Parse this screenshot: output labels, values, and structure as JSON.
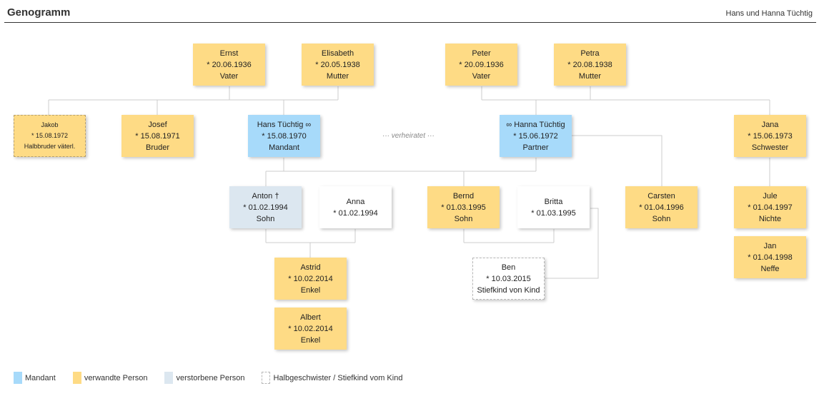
{
  "header": {
    "title": "Genogramm",
    "clients": "Hans und Hanna Tüchtig"
  },
  "colors": {
    "mandant": "#a7dafa",
    "relative": "#fedb85",
    "deceased": "#dce7f0",
    "neutral": "#ffffff",
    "line": "#cccccc"
  },
  "marriage_label": "··· verheiratet ···",
  "persons": {
    "ernst": {
      "name": "Ernst",
      "birth": "* 20.06.1936",
      "role": "Vater"
    },
    "elisabeth": {
      "name": "Elisabeth",
      "birth": "* 20.05.1938",
      "role": "Mutter"
    },
    "peter": {
      "name": "Peter",
      "birth": "* 20.09.1936",
      "role": "Vater"
    },
    "petra": {
      "name": "Petra",
      "birth": "* 20.08.1938",
      "role": "Mutter"
    },
    "jakob": {
      "name": "Jakob",
      "birth": "* 15.08.1972",
      "role": "Halbbruder väterl."
    },
    "josef": {
      "name": "Josef",
      "birth": "* 15.08.1971",
      "role": "Bruder"
    },
    "hans": {
      "name": "Hans Tüchtig ∞",
      "birth": "* 15.08.1970",
      "role": "Mandant"
    },
    "hanna": {
      "name": "∞ Hanna Tüchtig",
      "birth": "* 15.06.1972",
      "role": "Partner"
    },
    "jana": {
      "name": "Jana",
      "birth": "* 15.06.1973",
      "role": "Schwester"
    },
    "anton": {
      "name": "Anton †",
      "birth": "* 01.02.1994",
      "role": "Sohn"
    },
    "anna": {
      "name": "Anna",
      "birth": "* 01.02.1994",
      "role": ""
    },
    "bernd": {
      "name": "Bernd",
      "birth": "* 01.03.1995",
      "role": "Sohn"
    },
    "britta": {
      "name": "Britta",
      "birth": "* 01.03.1995",
      "role": ""
    },
    "carsten": {
      "name": "Carsten",
      "birth": "* 01.04.1996",
      "role": "Sohn"
    },
    "jule": {
      "name": "Jule",
      "birth": "* 01.04.1997",
      "role": "Nichte"
    },
    "jan": {
      "name": "Jan",
      "birth": "* 01.04.1998",
      "role": "Neffe"
    },
    "astrid": {
      "name": "Astrid",
      "birth": "* 10.02.2014",
      "role": "Enkel"
    },
    "albert": {
      "name": "Albert",
      "birth": "* 10.02.2014",
      "role": "Enkel"
    },
    "ben": {
      "name": "Ben",
      "birth": "* 10.03.2015",
      "role": "Stiefkind von Kind"
    }
  },
  "legend": [
    {
      "key": "mandant",
      "label": "Mandant"
    },
    {
      "key": "relative",
      "label": "verwandte Person"
    },
    {
      "key": "deceased",
      "label": "verstorbene Person"
    },
    {
      "key": "dashed",
      "label": "Halbgeschwister / Stiefkind vom Kind"
    }
  ]
}
